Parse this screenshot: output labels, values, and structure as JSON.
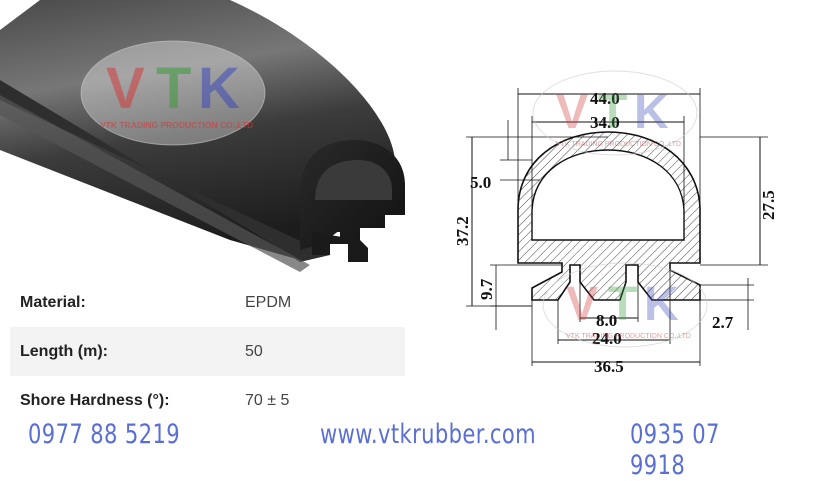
{
  "watermark": {
    "logo": "VTK",
    "company": "VTK TRADING PRODUCTION CO.,LTD"
  },
  "specs": [
    {
      "label": "Material:",
      "value": "EPDM"
    },
    {
      "label": "Length (m):",
      "value": "50"
    },
    {
      "label": "Shore Hardness (°):",
      "value": "70 ± 5"
    }
  ],
  "dimensions": {
    "width_top": "44.0",
    "inner_width": "34.0",
    "wall": "5.0",
    "total_height": "37.2",
    "bulb_height": "27.5",
    "base_height": "9.7",
    "slot": "8.0",
    "base_inner": "24.0",
    "base_width": "36.5",
    "lip": "2.7"
  },
  "footer": {
    "phone_left": "0977 88 5219",
    "website": "www.vtkrubber.com",
    "phone_right": "0935 07 9918"
  },
  "colors": {
    "accent": "#5a6fd6",
    "watermark_red": "#d23a3a",
    "watermark_green": "#3a9a3a",
    "watermark_blue": "#3a4ab8"
  }
}
